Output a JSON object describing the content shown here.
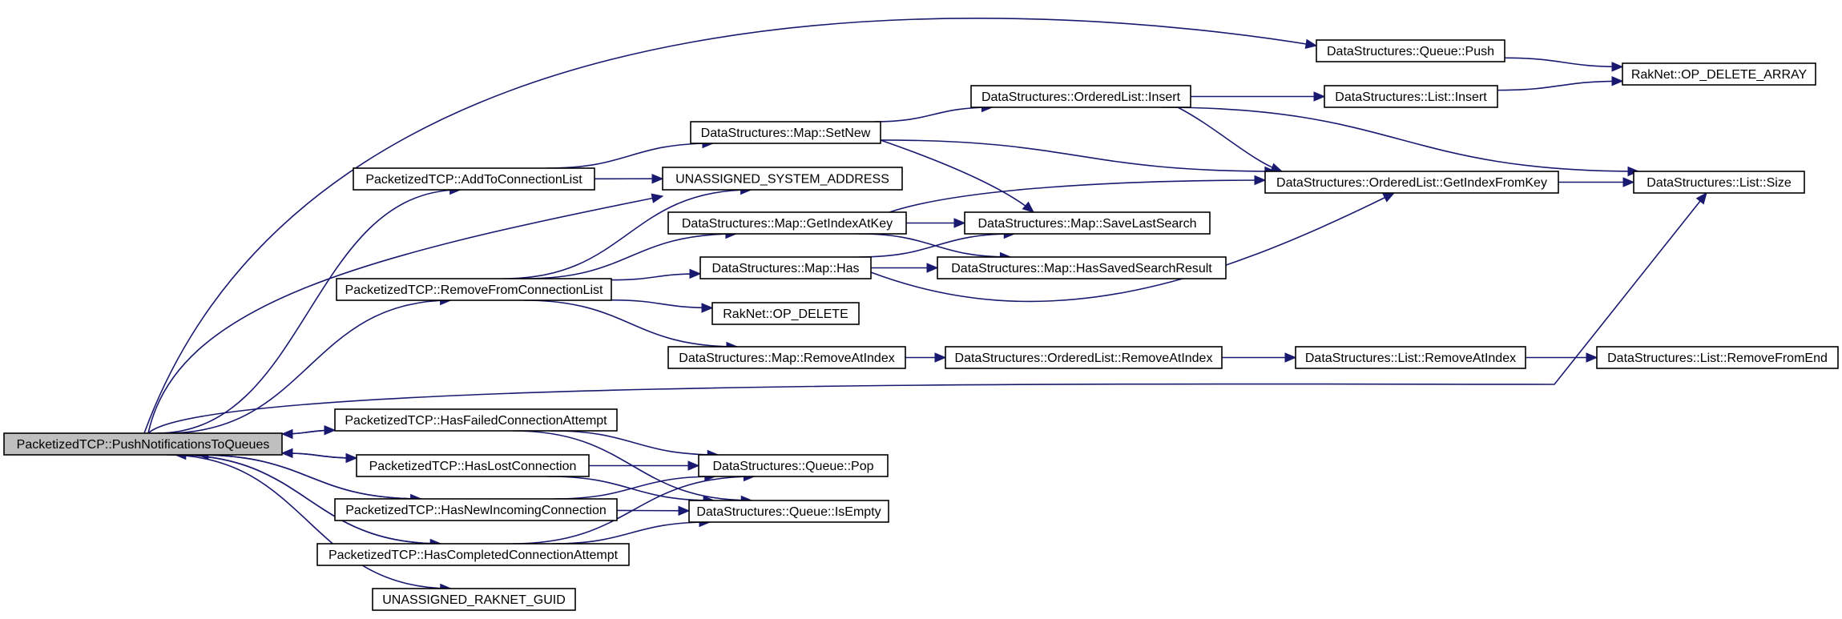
{
  "graph": {
    "title": "",
    "nodes": [
      {
        "id": "push_notifications",
        "label": "PacketizedTCP::PushNotificationsToQueues",
        "root": true
      },
      {
        "id": "queue_push",
        "label": "DataStructures::Queue::Push"
      },
      {
        "id": "op_delete_array",
        "label": "RakNet::OP_DELETE_ARRAY"
      },
      {
        "id": "ol_insert",
        "label": "DataStructures::OrderedList::Insert"
      },
      {
        "id": "list_insert",
        "label": "DataStructures::List::Insert"
      },
      {
        "id": "map_setnew",
        "label": "DataStructures::Map::SetNew"
      },
      {
        "id": "add_to_conn",
        "label": "PacketizedTCP::AddToConnectionList"
      },
      {
        "id": "unassigned_sys_addr",
        "label": "UNASSIGNED_SYSTEM_ADDRESS"
      },
      {
        "id": "ol_getindexfromkey",
        "label": "DataStructures::OrderedList::GetIndexFromKey"
      },
      {
        "id": "list_size",
        "label": "DataStructures::List::Size"
      },
      {
        "id": "map_getindexatkey",
        "label": "DataStructures::Map::GetIndexAtKey"
      },
      {
        "id": "map_savelastsearch",
        "label": "DataStructures::Map::SaveLastSearch"
      },
      {
        "id": "remove_from_conn",
        "label": "PacketizedTCP::RemoveFromConnectionList"
      },
      {
        "id": "map_has",
        "label": "DataStructures::Map::Has"
      },
      {
        "id": "map_hassaved",
        "label": "DataStructures::Map::HasSavedSearchResult"
      },
      {
        "id": "op_delete",
        "label": "RakNet::OP_DELETE"
      },
      {
        "id": "map_removeatindex",
        "label": "DataStructures::Map::RemoveAtIndex"
      },
      {
        "id": "ol_removeatindex",
        "label": "DataStructures::OrderedList::RemoveAtIndex"
      },
      {
        "id": "list_removeatindex",
        "label": "DataStructures::List::RemoveAtIndex"
      },
      {
        "id": "list_removefromend",
        "label": "DataStructures::List::RemoveFromEnd"
      },
      {
        "id": "has_failed",
        "label": "PacketizedTCP::HasFailedConnectionAttempt"
      },
      {
        "id": "has_lost",
        "label": "PacketizedTCP::HasLostConnection"
      },
      {
        "id": "queue_pop",
        "label": "DataStructures::Queue::Pop"
      },
      {
        "id": "has_new",
        "label": "PacketizedTCP::HasNewIncomingConnection"
      },
      {
        "id": "queue_isempty",
        "label": "DataStructures::Queue::IsEmpty"
      },
      {
        "id": "has_completed",
        "label": "PacketizedTCP::HasCompletedConnectionAttempt"
      },
      {
        "id": "unassigned_guid",
        "label": "UNASSIGNED_RAKNET_GUID"
      }
    ],
    "edges": [
      [
        "push_notifications",
        "queue_push"
      ],
      [
        "push_notifications",
        "add_to_conn"
      ],
      [
        "push_notifications",
        "unassigned_sys_addr"
      ],
      [
        "push_notifications",
        "remove_from_conn"
      ],
      [
        "push_notifications",
        "list_size"
      ],
      [
        "push_notifications",
        "has_failed"
      ],
      [
        "push_notifications",
        "has_lost"
      ],
      [
        "push_notifications",
        "has_new"
      ],
      [
        "push_notifications",
        "has_completed"
      ],
      [
        "push_notifications",
        "unassigned_guid"
      ],
      [
        "queue_push",
        "op_delete_array"
      ],
      [
        "add_to_conn",
        "map_setnew"
      ],
      [
        "add_to_conn",
        "unassigned_sys_addr"
      ],
      [
        "map_setnew",
        "ol_insert"
      ],
      [
        "map_setnew",
        "ol_getindexfromkey"
      ],
      [
        "map_setnew",
        "map_savelastsearch"
      ],
      [
        "ol_insert",
        "list_insert"
      ],
      [
        "ol_insert",
        "ol_getindexfromkey"
      ],
      [
        "ol_insert",
        "list_size"
      ],
      [
        "list_insert",
        "op_delete_array"
      ],
      [
        "ol_getindexfromkey",
        "list_size"
      ],
      [
        "remove_from_conn",
        "unassigned_sys_addr"
      ],
      [
        "remove_from_conn",
        "map_getindexatkey"
      ],
      [
        "remove_from_conn",
        "map_has"
      ],
      [
        "remove_from_conn",
        "op_delete"
      ],
      [
        "remove_from_conn",
        "map_removeatindex"
      ],
      [
        "map_getindexatkey",
        "ol_getindexfromkey"
      ],
      [
        "map_getindexatkey",
        "map_savelastsearch"
      ],
      [
        "map_getindexatkey",
        "map_hassaved"
      ],
      [
        "map_has",
        "map_savelastsearch"
      ],
      [
        "map_has",
        "map_hassaved"
      ],
      [
        "map_has",
        "ol_getindexfromkey"
      ],
      [
        "map_removeatindex",
        "ol_removeatindex"
      ],
      [
        "ol_removeatindex",
        "list_removeatindex"
      ],
      [
        "list_removeatindex",
        "list_removefromend"
      ],
      [
        "has_failed",
        "push_notifications"
      ],
      [
        "has_failed",
        "queue_pop"
      ],
      [
        "has_failed",
        "queue_isempty"
      ],
      [
        "has_lost",
        "push_notifications"
      ],
      [
        "has_lost",
        "queue_pop"
      ],
      [
        "has_lost",
        "queue_isempty"
      ],
      [
        "has_new",
        "push_notifications"
      ],
      [
        "has_new",
        "queue_pop"
      ],
      [
        "has_new",
        "queue_isempty"
      ],
      [
        "has_completed",
        "push_notifications"
      ],
      [
        "has_completed",
        "queue_pop"
      ],
      [
        "has_completed",
        "queue_isempty"
      ]
    ]
  },
  "colors": {
    "edge": "#191970",
    "root_fill": "#bfbfbf",
    "node_fill": "#ffffff",
    "node_stroke": "#000000"
  }
}
